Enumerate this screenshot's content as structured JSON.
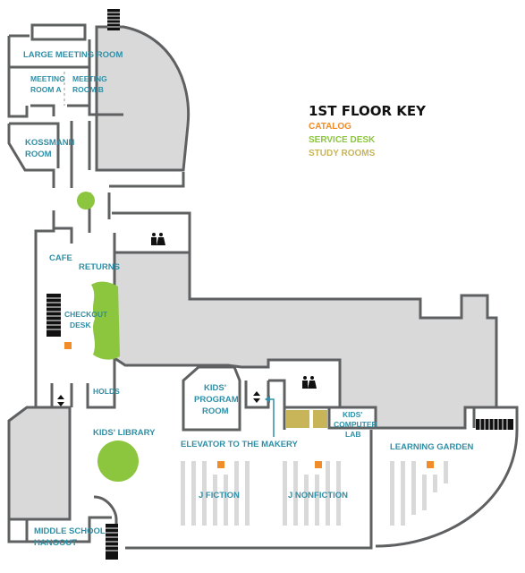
{
  "key": {
    "title": "1ST FLOOR KEY",
    "items": [
      {
        "label": "CATALOG",
        "color": "#f08c2a"
      },
      {
        "label": "SERVICE DESK",
        "color": "#8cc63f"
      },
      {
        "label": "STUDY ROOMS",
        "color": "#c8b55a"
      }
    ]
  },
  "rooms": {
    "large_meeting_room": "LARGE MEETING ROOM",
    "meeting_room_a_line1": "MEETING",
    "meeting_room_a_line2": "ROOM A",
    "meeting_room_b_line1": "MEETING",
    "meeting_room_b_line2": "ROOM B",
    "kossmann_line1": "KOSSMANN",
    "kossmann_line2": "ROOM",
    "cafe": "CAFE",
    "returns": "RETURNS",
    "checkout_line1": "CHECKOUT",
    "checkout_line2": "DESK",
    "holds": "HOLDS",
    "kids_library": "KIDS' LIBRARY",
    "kids_program_line1": "KIDS'",
    "kids_program_line2": "PROGRAM",
    "kids_program_line3": "ROOM",
    "elevator_makery": "ELEVATOR TO THE MAKERY",
    "kids_computer_line1": "KIDS'",
    "kids_computer_line2": "COMPUTER",
    "kids_computer_line3": "LAB",
    "learning_garden": "LEARNING GARDEN",
    "j_fiction": "J FICTION",
    "j_nonfiction": "J NONFICTION",
    "middle_school_line1": "MIDDLE SCHOOL",
    "middle_school_line2": "HANGOUT"
  },
  "colors": {
    "label": "#2f8fa6",
    "wall": "#5f6062",
    "gray_fill": "#d9d9da",
    "catalog": "#f08c2a",
    "service_desk": "#8cc63f",
    "study_rooms": "#c8b55a"
  },
  "icons": [
    "restroom-icon",
    "elevator-icon",
    "stairs-icon"
  ]
}
